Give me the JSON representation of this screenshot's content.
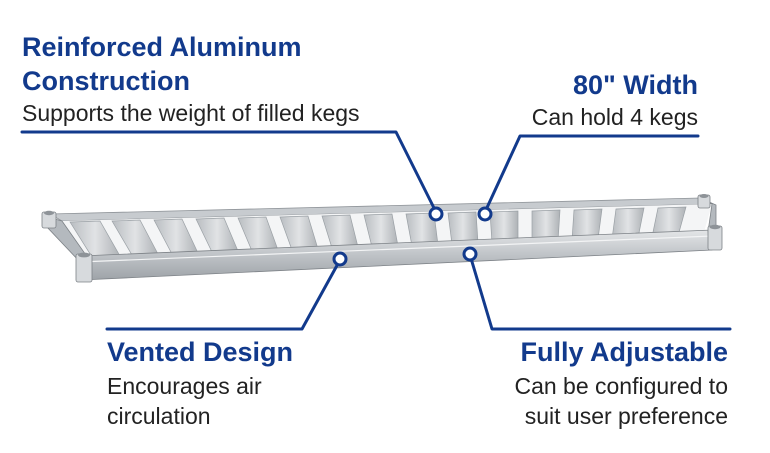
{
  "callouts": {
    "reinforced": {
      "title_line1": "Reinforced Aluminum",
      "title_line2": "Construction",
      "desc": "Supports the weight of filled kegs"
    },
    "width": {
      "title": "80\" Width",
      "desc": "Can hold 4 kegs"
    },
    "vented": {
      "title": "Vented Design",
      "desc_line1": "Encourages air",
      "desc_line2": "circulation"
    },
    "adjustable": {
      "title": "Fully Adjustable",
      "desc_line1": "Can be configured to",
      "desc_line2": "suit user preference"
    }
  },
  "colors": {
    "accent": "#123a8c",
    "text": "#222222",
    "shelf": "#c9cdd1"
  }
}
